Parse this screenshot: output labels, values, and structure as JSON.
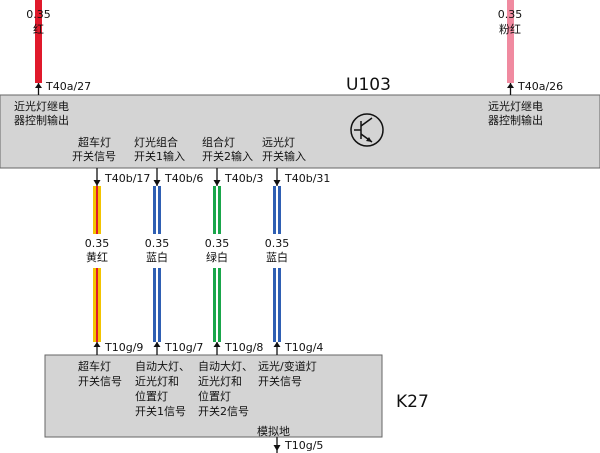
{
  "u103": {
    "label": "U103",
    "left_output": [
      "近光灯继电",
      "器控制输出"
    ],
    "right_output": [
      "远光灯继电",
      "器控制输出"
    ],
    "inputs": [
      [
        "超车灯",
        "开关信号"
      ],
      [
        "灯光组合",
        "开关1输入"
      ],
      [
        "组合灯",
        "开关2输入"
      ],
      [
        "远光灯",
        "开关输入"
      ]
    ],
    "pin_left": "T40a/27",
    "pin_right": "T40a/26",
    "pins_bottom": [
      "T40b/17",
      "T40b/6",
      "T40b/3",
      "T40b/31"
    ]
  },
  "top_wires": [
    {
      "gauge": "0.35",
      "color_name": "红",
      "color": "#e0192b"
    },
    {
      "gauge": "0.35",
      "color_name": "粉红",
      "color": "#f08aa0"
    }
  ],
  "mid_wires": [
    {
      "gauge": "0.35",
      "color_name": "黄红",
      "stripe": "#f2c400",
      "core": "#e0192b"
    },
    {
      "gauge": "0.35",
      "color_name": "蓝白",
      "stripe": "#2f5fb3",
      "core": "#ffffff"
    },
    {
      "gauge": "0.35",
      "color_name": "绿白",
      "stripe": "#19a64a",
      "core": "#ffffff"
    },
    {
      "gauge": "0.35",
      "color_name": "蓝白",
      "stripe": "#2f5fb3",
      "core": "#ffffff"
    }
  ],
  "k27": {
    "label": "K27",
    "pins_top": [
      "T10g/9",
      "T10g/7",
      "T10g/8",
      "T10g/4"
    ],
    "signals": [
      [
        "超车灯",
        "开关信号"
      ],
      [
        "自动大灯、",
        "近光灯和",
        "位置灯",
        "开关1信号"
      ],
      [
        "自动大灯、",
        "近光灯和",
        "位置灯",
        "开关2信号"
      ],
      [
        "远光/变道灯",
        "开关信号"
      ]
    ],
    "ground_label": "模拟地",
    "ground_pin": "T10g/5"
  },
  "colors": {
    "box_fill": "#d4d4d4",
    "box_stroke": "#666666"
  }
}
